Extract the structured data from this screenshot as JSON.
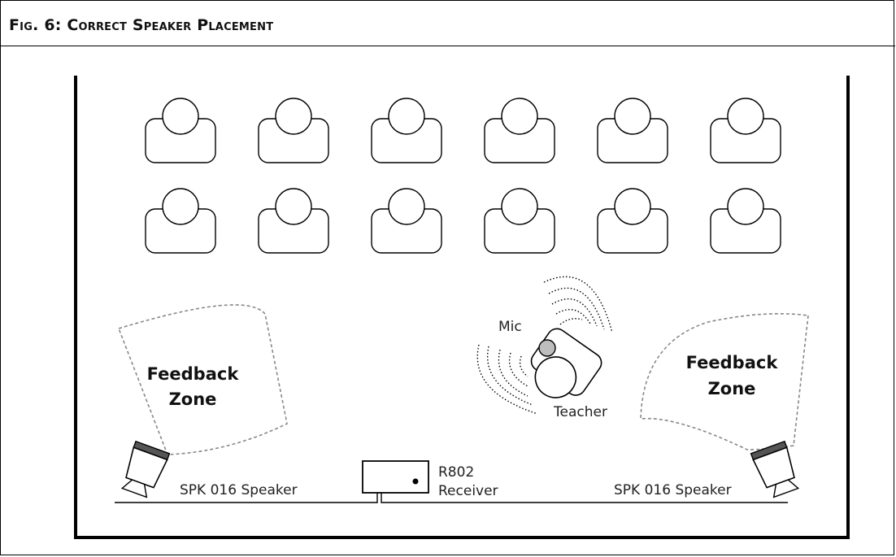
{
  "figure": {
    "title": "Fig. 6: Correct Speaker Placement"
  },
  "labels": {
    "mic": "Mic",
    "teacher": "Teacher",
    "zone_left_line1": "Feedback",
    "zone_left_line2": "Zone",
    "zone_right_line1": "Feedback",
    "zone_right_line2": "Zone",
    "speaker_left": "SPK 016 Speaker",
    "speaker_right": "SPK 016 Speaker",
    "receiver_line1": "R802",
    "receiver_line2": "Receiver"
  },
  "layout_counts": {
    "desk_rows": 2,
    "desks_per_row": 6
  },
  "colors": {
    "line": "#000000",
    "mic_fill": "#bdbdbd",
    "zone_dash": "#888888",
    "speaker_cap": "#555555"
  }
}
